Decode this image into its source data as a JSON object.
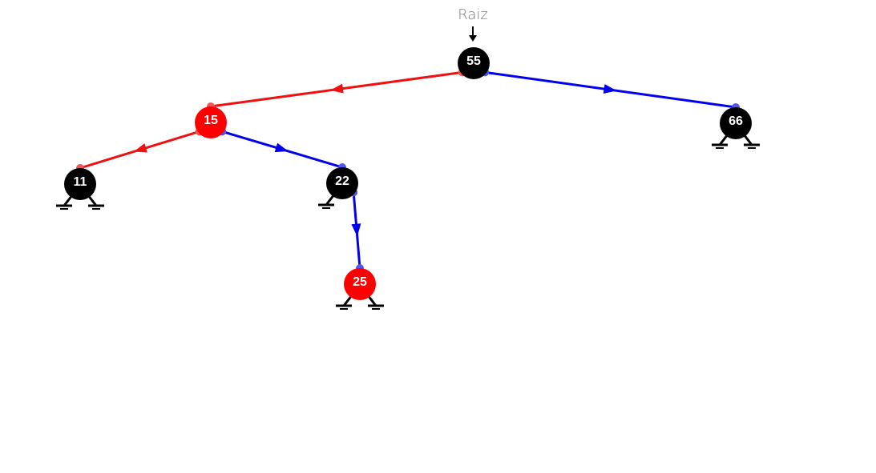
{
  "root_label": "Raiz",
  "colors": {
    "black_node": "#000000",
    "red_node": "#ff0000",
    "left_edge": "#ee1111",
    "right_edge": "#0000ee",
    "left_anchor": "#ee5555",
    "right_anchor": "#5555ee",
    "node_text": "#ffffff",
    "root_text": "#777777"
  },
  "tree": {
    "nodes": [
      {
        "id": "n55",
        "value": "55",
        "color": "black"
      },
      {
        "id": "n15",
        "value": "15",
        "color": "red"
      },
      {
        "id": "n66",
        "value": "66",
        "color": "black"
      },
      {
        "id": "n11",
        "value": "11",
        "color": "black"
      },
      {
        "id": "n22",
        "value": "22",
        "color": "black"
      },
      {
        "id": "n25",
        "value": "25",
        "color": "red"
      }
    ],
    "edges": [
      {
        "from": "n55",
        "to": "n15",
        "side": "left"
      },
      {
        "from": "n55",
        "to": "n66",
        "side": "right"
      },
      {
        "from": "n15",
        "to": "n11",
        "side": "left"
      },
      {
        "from": "n15",
        "to": "n22",
        "side": "right"
      },
      {
        "from": "n22",
        "to": "n25",
        "side": "right"
      }
    ],
    "null_children": [
      {
        "node": "n66",
        "side": "left"
      },
      {
        "node": "n66",
        "side": "right"
      },
      {
        "node": "n11",
        "side": "left"
      },
      {
        "node": "n11",
        "side": "right"
      },
      {
        "node": "n22",
        "side": "left"
      },
      {
        "node": "n25",
        "side": "left"
      },
      {
        "node": "n25",
        "side": "right"
      }
    ]
  }
}
